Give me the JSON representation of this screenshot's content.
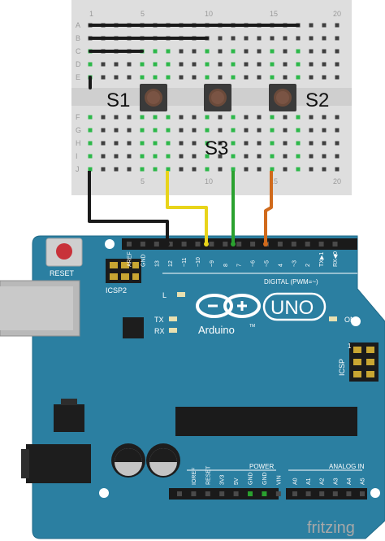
{
  "breadboard": {
    "rows_top": [
      "A",
      "B",
      "C",
      "D",
      "E"
    ],
    "rows_bottom": [
      "F",
      "G",
      "H",
      "I",
      "J"
    ],
    "col_numbers": [
      "1",
      "5",
      "10",
      "15",
      "20"
    ]
  },
  "buttons": {
    "s1": "S1",
    "s2": "S2",
    "s3": "S3"
  },
  "board": {
    "reset": "RESET",
    "icsp2": "ICSP2",
    "icsp": "ICSP",
    "icsp_pin": "1",
    "l": "L",
    "tx": "TX",
    "rx": "RX",
    "on": "ON",
    "brand": "Arduino",
    "tm": "TM",
    "model": "UNO",
    "digital": "DIGITAL (PWM=~)",
    "power": "POWER",
    "analog": "ANALOG IN",
    "header_pins": [
      "AREF",
      "GND",
      "13",
      "12",
      "~11",
      "~10",
      "~9",
      "8",
      "7",
      "~6",
      "~5",
      "4",
      "~3",
      "2",
      "TX▶1",
      "RX◀0"
    ],
    "power_pins": [
      "IOREF",
      "RESET",
      "3V3",
      "5V",
      "GND",
      "GND",
      "VIN"
    ],
    "analog_pins": [
      "A0",
      "A1",
      "A2",
      "A3",
      "A4",
      "A5"
    ]
  },
  "footer": {
    "logo": "fritzing"
  },
  "wire_colors": {
    "black": "#1a1a1a",
    "yellow": "#e8d41a",
    "green": "#2aa12f",
    "orange": "#d06a1c"
  }
}
